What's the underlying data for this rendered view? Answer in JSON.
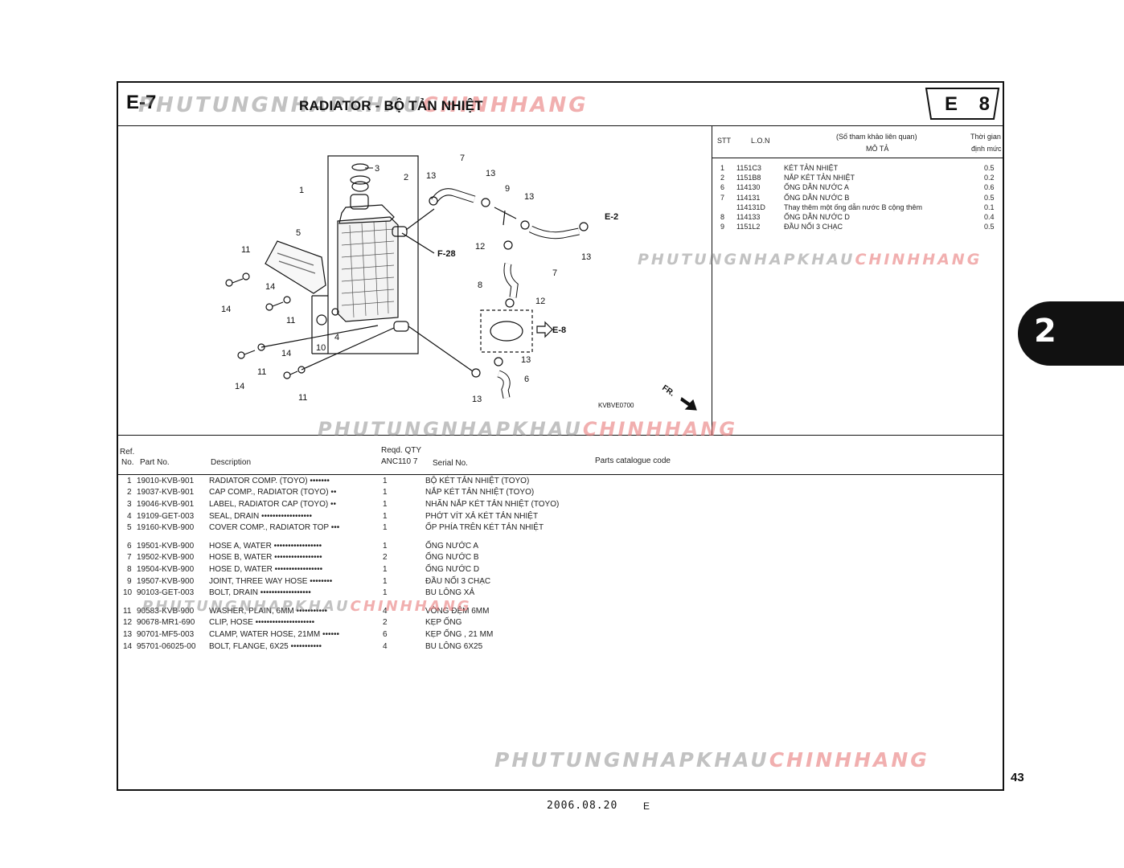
{
  "header": {
    "section_code": "E-7",
    "title": "RADIATOR  - BỘ TẢN NHIỆT",
    "badge": "E 8"
  },
  "watermark": {
    "grey": "PHUTUNGNHAPKHAU",
    "red": "CHINHHANG"
  },
  "side_tab": "2",
  "page_number": "43",
  "footer": {
    "date": "2006.08.20",
    "code": "E"
  },
  "labor_table": {
    "headers": {
      "stt": "STT",
      "lon": "L.O.N",
      "desc_top": "(Số tham khảo liên quan)",
      "desc": "MÔ TẢ",
      "time_top": "Thời gian",
      "time": "định mức"
    },
    "rows": [
      {
        "stt": "1",
        "lon": "1151C3",
        "desc": "KÉT TẢN NHIỆT",
        "time": "0.5"
      },
      {
        "stt": "2",
        "lon": "1151B8",
        "desc": "NẮP KÉT TẢN NHIỆT",
        "time": "0.2"
      },
      {
        "stt": "6",
        "lon": "114130",
        "desc": "ỐNG DẪN NƯỚC  A",
        "time": "0.6"
      },
      {
        "stt": "7",
        "lon": "114131",
        "desc": "ỐNG DẪN NƯỚC  B",
        "time": "0.5"
      },
      {
        "stt": "",
        "lon": "114131D",
        "desc": "Thay thêm một ống dẫn nước B cộng thêm",
        "time": "0.1"
      },
      {
        "stt": "8",
        "lon": "114133",
        "desc": "ỐNG DẪN NƯỚC D",
        "time": "0.4"
      },
      {
        "stt": "9",
        "lon": "1151L2",
        "desc": "ĐẦU NỐI 3 CHẠC",
        "time": "0.5"
      }
    ]
  },
  "diagram": {
    "code": "KVBVE0700",
    "front_label": "FR.",
    "refs": {
      "e2": "E-2",
      "e8": "E-8",
      "f28": "F-28"
    }
  },
  "parts_table": {
    "headers": {
      "ref": "Ref.",
      "no": "No.",
      "part_no": "Part No.",
      "description": "Description",
      "reqd_qty": "Reqd. QTY",
      "model": "ANC110 7",
      "serial": "Serial No.",
      "catalogue": "Parts catalogue code"
    },
    "rows": [
      {
        "no": "1",
        "part": "19010-KVB-901",
        "desc": "RADIATOR COMP. (TOYO) •••••••",
        "qty": "1",
        "vn": "BỘ KÉT TẢN NHIỆT  (TOYO)"
      },
      {
        "no": "2",
        "part": "19037-KVB-901",
        "desc": "CAP COMP., RADIATOR (TOYO) ••",
        "qty": "1",
        "vn": "NẮP KÉT TẢN NHIỆT  (TOYO)"
      },
      {
        "no": "3",
        "part": "19046-KVB-901",
        "desc": "LABEL, RADIATOR CAP (TOYO) ••",
        "qty": "1",
        "vn": "NHÃN NẮP KÉT TẢN NHIỆT  (TOYO)"
      },
      {
        "no": "4",
        "part": "19109-GET-003",
        "desc": "SEAL, DRAIN ••••••••••••••••••",
        "qty": "1",
        "vn": "PHỚT VÍT XẢ KÉT TẢN NHIỆT"
      },
      {
        "no": "5",
        "part": "19160-KVB-900",
        "desc": "COVER COMP., RADIATOR TOP •••",
        "qty": "1",
        "vn": "ỐP PHÍA TRÊN KÉT TẢN NHIỆT"
      },
      {
        "no": "6",
        "part": "19501-KVB-900",
        "desc": "HOSE A, WATER •••••••••••••••••",
        "qty": "1",
        "vn": "ỐNG NƯỚC A"
      },
      {
        "no": "7",
        "part": "19502-KVB-900",
        "desc": "HOSE B, WATER •••••••••••••••••",
        "qty": "2",
        "vn": "ỐNG NƯỚC B"
      },
      {
        "no": "8",
        "part": "19504-KVB-900",
        "desc": "HOSE D, WATER •••••••••••••••••",
        "qty": "1",
        "vn": "ỐNG NƯỚC D"
      },
      {
        "no": "9",
        "part": "19507-KVB-900",
        "desc": "JOINT, THREE WAY HOSE ••••••••",
        "qty": "1",
        "vn": "ĐẦU NỐI 3 CHẠC"
      },
      {
        "no": "10",
        "part": "90103-GET-003",
        "desc": "BOLT, DRAIN ••••••••••••••••••",
        "qty": "1",
        "vn": "BU LÔNG XẢ"
      },
      {
        "no": "11",
        "part": "90583-KVB-900",
        "desc": "WASHER, PLAIN, 6MM •••••••••••",
        "qty": "4",
        "vn": "VÒNG ĐỆM 6MM"
      },
      {
        "no": "12",
        "part": "90678-MR1-690",
        "desc": "CLIP, HOSE •••••••••••••••••••••",
        "qty": "2",
        "vn": "KẸP ỐNG"
      },
      {
        "no": "13",
        "part": "90701-MF5-003",
        "desc": "CLAMP, WATER HOSE, 21MM ••••••",
        "qty": "6",
        "vn": "KẸP ỐNG , 21 MM"
      },
      {
        "no": "14",
        "part": "95701-06025-00",
        "desc": "BOLT, FLANGE, 6X25 •••••••••••",
        "qty": "4",
        "vn": "BU LÔNG 6X25"
      }
    ]
  }
}
